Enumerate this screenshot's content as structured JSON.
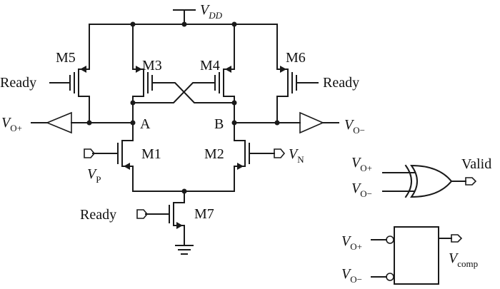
{
  "supply": {
    "v": "V",
    "sub": "DD"
  },
  "transistors": {
    "m1": "M1",
    "m2": "M2",
    "m3": "M3",
    "m4": "M4",
    "m5": "M5",
    "m6": "M6",
    "m7": "M7"
  },
  "nodes": {
    "a": "A",
    "b": "B"
  },
  "inputs": {
    "vp": {
      "v": "V",
      "sub": "P"
    },
    "vn": {
      "v": "V",
      "sub": "N"
    },
    "ready_m5": "Ready",
    "ready_m6": "Ready",
    "ready_m7": "Ready"
  },
  "outputs": {
    "vo_plus": {
      "v": "V",
      "sub": "O+"
    },
    "vo_minus": {
      "v": "V",
      "sub": "O−"
    }
  },
  "xor_gate": {
    "in_plus": {
      "v": "V",
      "sub": "O+"
    },
    "in_minus": {
      "v": "V",
      "sub": "O−"
    },
    "out": "Valid"
  },
  "comparator_block": {
    "in_plus": {
      "v": "V",
      "sub": "O+"
    },
    "in_minus": {
      "v": "V",
      "sub": "O−"
    },
    "out": {
      "v": "V",
      "sub": "comp"
    }
  }
}
